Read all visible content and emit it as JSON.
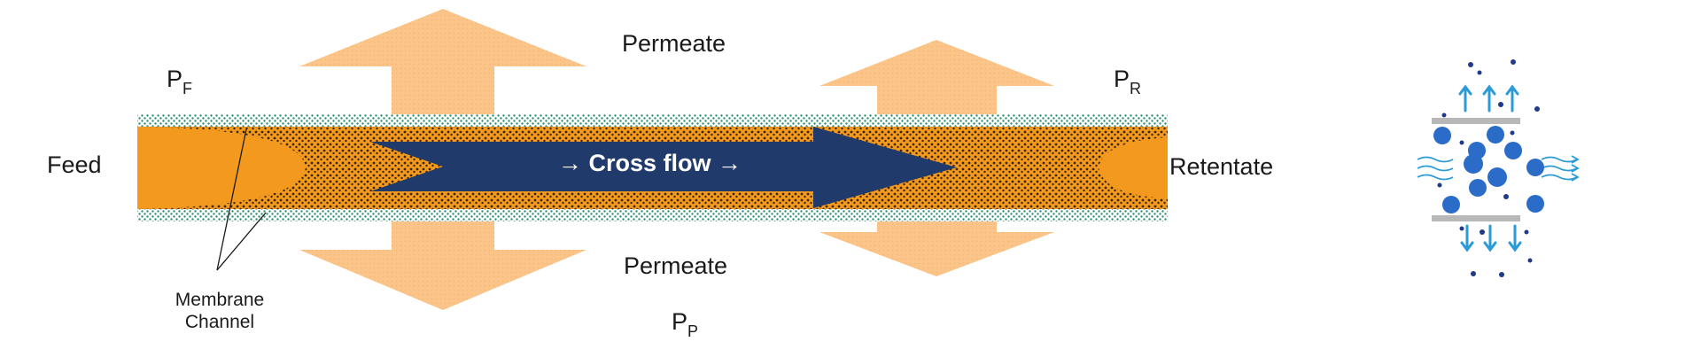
{
  "labels": {
    "permeate_top": "Permeate",
    "permeate_bottom": "Permeate",
    "feed": "Feed",
    "retentate": "Retentate",
    "cross_flow": "→ Cross flow →",
    "membrane_channel_line1": "Membrane",
    "membrane_channel_line2": "Channel",
    "pf_main": "P",
    "pf_sub": "F",
    "pr_main": "P",
    "pr_sub": "R",
    "pp_main": "P",
    "pp_sub": "P"
  },
  "colors": {
    "permeate_arrow": "#fbc489",
    "feed_orange": "#f39a1e",
    "dotted_brown": "#4a3010",
    "membrane_green": "#2f8f6f",
    "cross_flow_arrow": "#1f3a6b",
    "icon_blue": "#2a78c8",
    "icon_dark_blue": "#1f3a8a",
    "icon_plate": "#b8b8b8"
  },
  "icons": [
    "membrane-filtration-icon",
    "arrow-right-icon"
  ]
}
